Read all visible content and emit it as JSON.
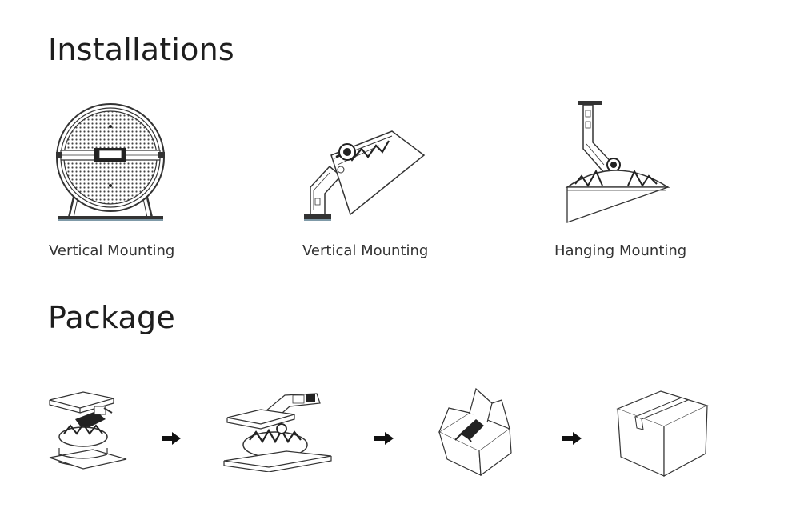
{
  "installations": {
    "title": "Installations",
    "items": [
      {
        "caption": "Vertical Mounting"
      },
      {
        "caption": "Vertical Mounting"
      },
      {
        "caption": "Hanging Mounting"
      }
    ]
  },
  "package": {
    "title": "Package"
  },
  "colors": {
    "text": "#1e1e1e",
    "line": "#333333",
    "background": "#ffffff"
  }
}
